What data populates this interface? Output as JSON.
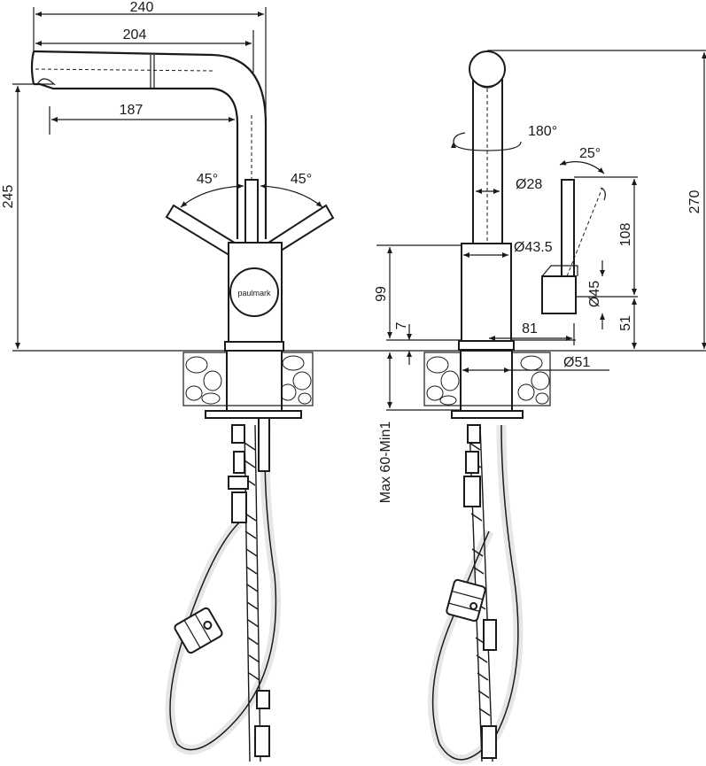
{
  "front_view": {
    "dim_width_total": "240",
    "dim_width_spout": "204",
    "dim_reach": "187",
    "dim_height": "245",
    "angle_left": "45°",
    "angle_right": "45°",
    "brand": "paulmark"
  },
  "side_view": {
    "rotation": "180°",
    "handle_angle": "25°",
    "dia_spout": "Ø28",
    "dia_body": "Ø43.5",
    "dia_handle": "Ø45",
    "dia_base": "Ø51",
    "dim_total_height": "270",
    "dim_handle": "108",
    "dim_handle_base": "51",
    "dim_body": "99",
    "dim_base": "7",
    "dim_handle_offset": "81",
    "dim_mount": "Max 60-Min1"
  },
  "colors": {
    "line": "#1a1a1a",
    "hose": "#e6e6e6",
    "fill": "#ffffff"
  }
}
